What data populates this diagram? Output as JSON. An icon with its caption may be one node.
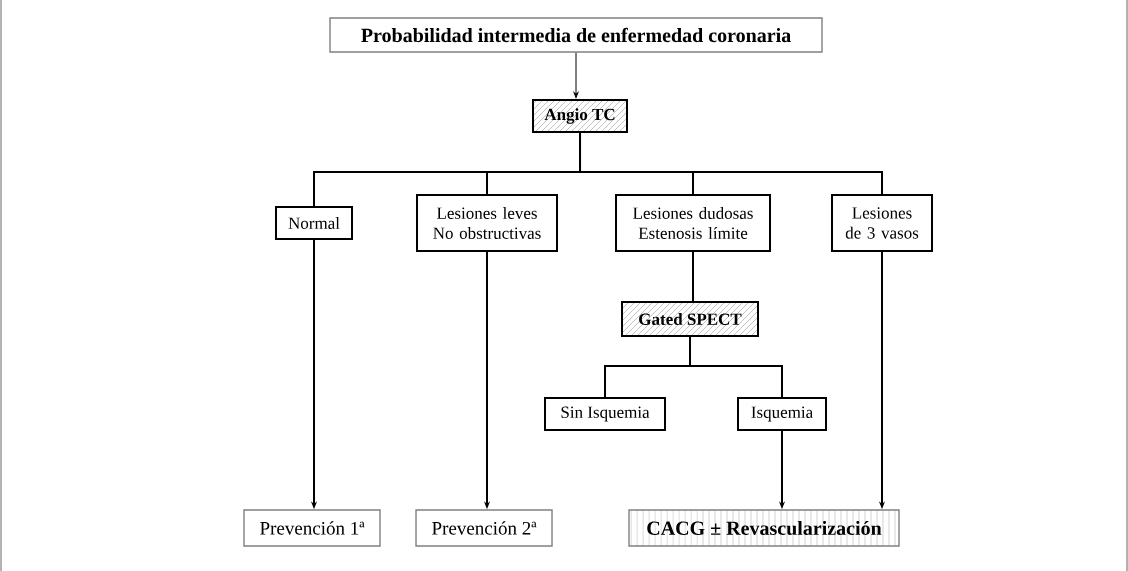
{
  "diagram": {
    "nodes": [
      {
        "text": [
          "Probabilidad intermedia de enfermedad coronaria"
        ]
      },
      {
        "text": [
          "Angio TC"
        ]
      },
      {
        "text": [
          "Normal"
        ]
      },
      {
        "text": [
          "Lesiones leves No obstructivas"
        ]
      },
      {
        "text": [
          "Lesiones dudosas Estenosis límite"
        ]
      },
      {
        "text": [
          "Lesiones de 3 vasos"
        ]
      },
      {
        "text": [
          "Gated SPECT"
        ]
      },
      {
        "text": [
          "Sin Isquemia"
        ]
      },
      {
        "text": [
          "Isquemia"
        ]
      },
      {
        "text": [
          "Prevención 1ª"
        ]
      },
      {
        "text": [
          "Prevención 2ª"
        ]
      },
      {
        "text": [
          "CACG ± Revascularización"
        ]
      }
    ],
    "edges": [
      {
        "from": 0,
        "to": 1,
        "arrow": "to"
      },
      {
        "from": 1,
        "to": 2,
        "arrow": "none"
      },
      {
        "from": 1,
        "to": 3,
        "arrow": "none"
      },
      {
        "from": 1,
        "to": 4,
        "arrow": "none"
      },
      {
        "from": 1,
        "to": 5,
        "arrow": "none"
      },
      {
        "from": 4,
        "to": 6,
        "arrow": "none"
      },
      {
        "from": 6,
        "to": 7,
        "arrow": "none"
      },
      {
        "from": 6,
        "to": 8,
        "arrow": "none"
      },
      {
        "from": 2,
        "to": 9,
        "arrow": "to"
      },
      {
        "from": 3,
        "to": 10,
        "arrow": "to"
      },
      {
        "from": 8,
        "to": 11,
        "arrow": "to"
      },
      {
        "from": 5,
        "to": 11,
        "arrow": "to"
      }
    ]
  }
}
